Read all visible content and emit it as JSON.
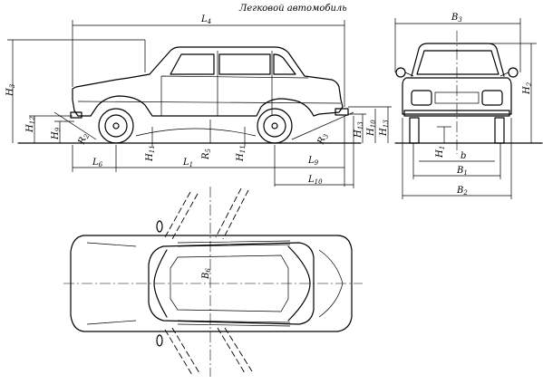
{
  "title": "Легковой автомобиль",
  "labels": {
    "L4": {
      "main": "L",
      "sub": "4"
    },
    "B3": {
      "main": "B",
      "sub": "3"
    },
    "H3": {
      "main": "H",
      "sub": "3"
    },
    "H2": {
      "main": "H",
      "sub": "2"
    },
    "H12": {
      "main": "H",
      "sub": "12"
    },
    "H9": {
      "main": "H",
      "sub": "9"
    },
    "R2": {
      "main": "R",
      "sub": "2"
    },
    "H11": {
      "main": "H",
      "sub": "11"
    },
    "R5": {
      "main": "R",
      "sub": "5"
    },
    "H11b": {
      "main": "H",
      "sub": "11"
    },
    "L6": {
      "main": "L",
      "sub": "6"
    },
    "L1": {
      "main": "L",
      "sub": "1"
    },
    "L9": {
      "main": "L",
      "sub": "9"
    },
    "L10": {
      "main": "L",
      "sub": "10"
    },
    "R3": {
      "main": "R",
      "sub": "3"
    },
    "H13": {
      "main": "H",
      "sub": "13"
    },
    "H10": {
      "main": "H",
      "sub": "10"
    },
    "H13b": {
      "main": "H",
      "sub": "13"
    },
    "H1": {
      "main": "H",
      "sub": "1"
    },
    "b": {
      "main": "b",
      "sub": ""
    },
    "B1": {
      "main": "B",
      "sub": "1"
    },
    "B2": {
      "main": "B",
      "sub": "2"
    },
    "B6": {
      "main": "B",
      "sub": "6"
    }
  }
}
